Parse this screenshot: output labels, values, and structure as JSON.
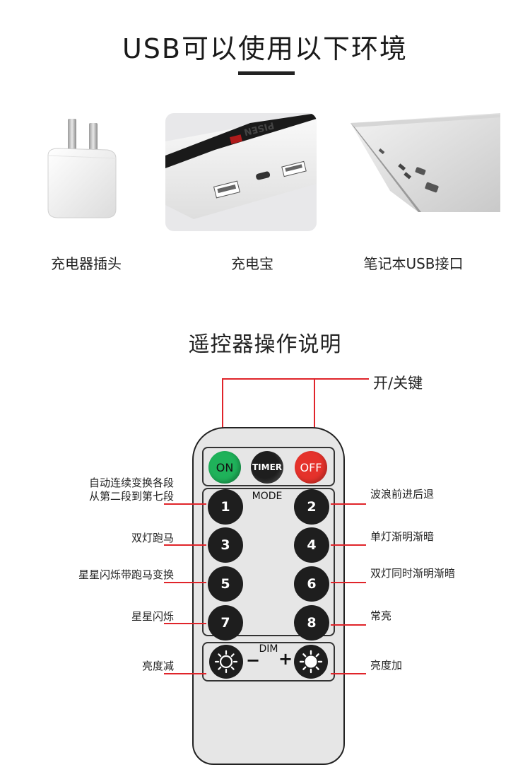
{
  "section1": {
    "title": "USB可以使用以下环境",
    "items": [
      {
        "caption": "充电器插头"
      },
      {
        "caption": "充电宝",
        "brand_text": "PISEN"
      },
      {
        "caption": "笔记本USB接口"
      }
    ]
  },
  "section2": {
    "title": "遥控器操作说明",
    "power_label": "开/关键",
    "remote": {
      "on_label": "ON",
      "timer_label": "TIMER",
      "off_label": "OFF",
      "mode_label": "MODE",
      "dim_label": "DIM",
      "minus": "−",
      "plus": "+",
      "buttons": [
        "1",
        "2",
        "3",
        "4",
        "5",
        "6",
        "7",
        "8"
      ]
    },
    "left_labels": [
      {
        "line1": "自动连续变换各段",
        "line2": "从第二段到第七段"
      },
      {
        "line1": "双灯跑马"
      },
      {
        "line1": "星星闪烁带跑马变换"
      },
      {
        "line1": "星星闪烁"
      },
      {
        "line1": "亮度减"
      }
    ],
    "right_labels": [
      "波浪前进后退",
      "单灯渐明渐暗",
      "双灯同时渐明渐暗",
      "常亮",
      "亮度加"
    ]
  },
  "colors": {
    "accent_red": "#e0242a",
    "on_green": "#1fb25a",
    "off_red": "#e5322b",
    "button_black": "#1e1e1e"
  }
}
